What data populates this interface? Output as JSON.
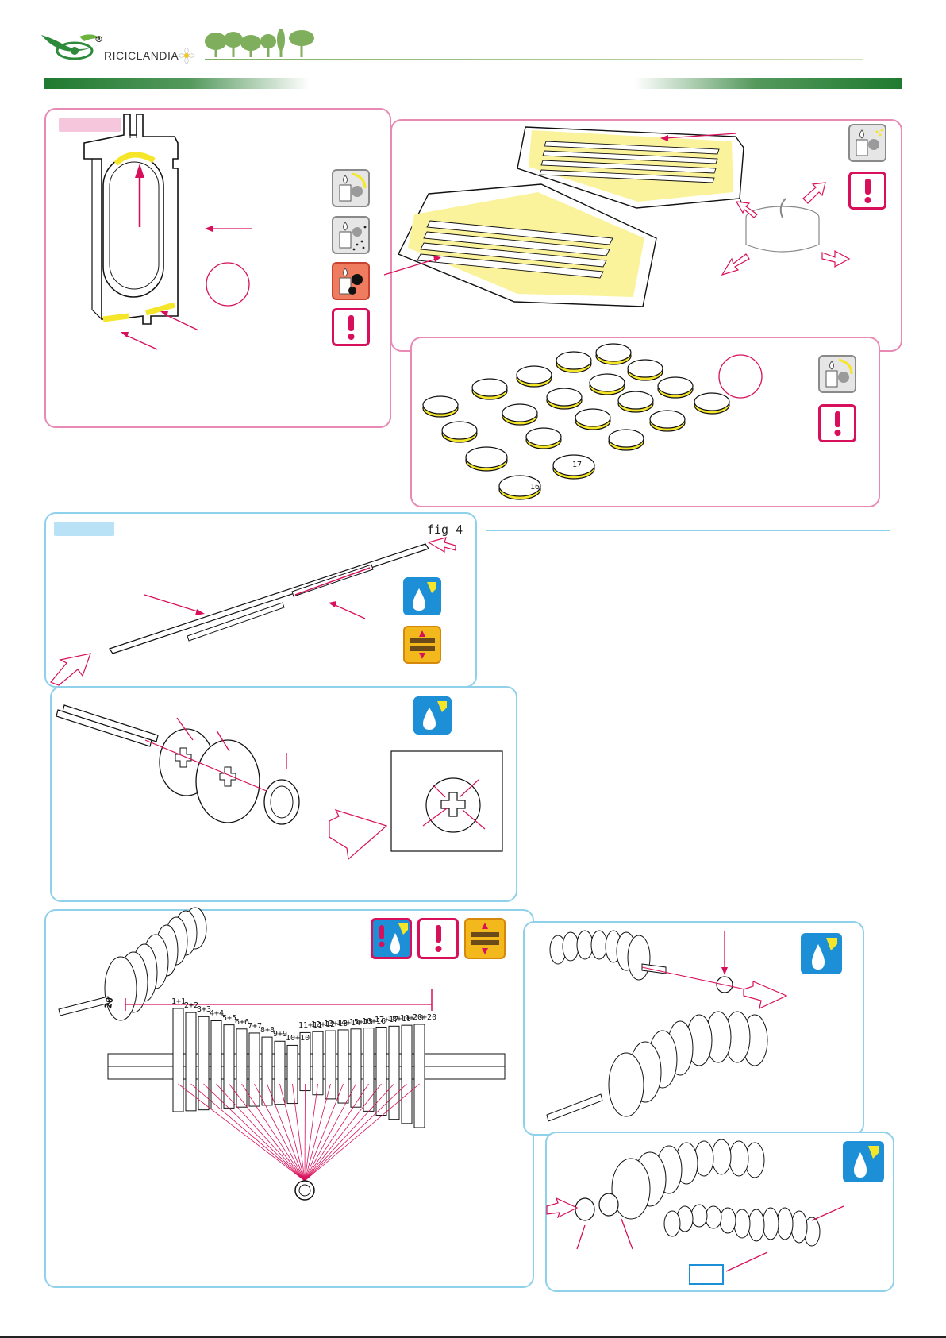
{
  "header": {
    "brand": "RICICLANDIA",
    "trademark": "®",
    "colors": {
      "green": "#1f7a2f",
      "pink": "#e88ab3",
      "blue": "#8fd0ea",
      "magenta": "#d80f5a",
      "yellow": "#f5e62a"
    }
  },
  "panel3": {
    "fig_label": "fig 4"
  },
  "icons": [
    "candle-light-icon",
    "candle-sparkle-icon",
    "candle-heavy-icon",
    "warning-icon",
    "glue-drop-icon",
    "sanding-icon"
  ],
  "panel6": {
    "disc_labels": [
      "1+1",
      "2+2",
      "3+3",
      "4+4",
      "5+5",
      "6+6",
      "7+7",
      "8+8",
      "9+9",
      "10+10",
      "11+11",
      "12+12",
      "13+13",
      "14+14",
      "15+15",
      "16+16",
      "17+17",
      "18+18",
      "19+19",
      "20+20"
    ],
    "end_disc": "20"
  },
  "panel2": {
    "disc_marks": [
      "17",
      "16"
    ]
  }
}
